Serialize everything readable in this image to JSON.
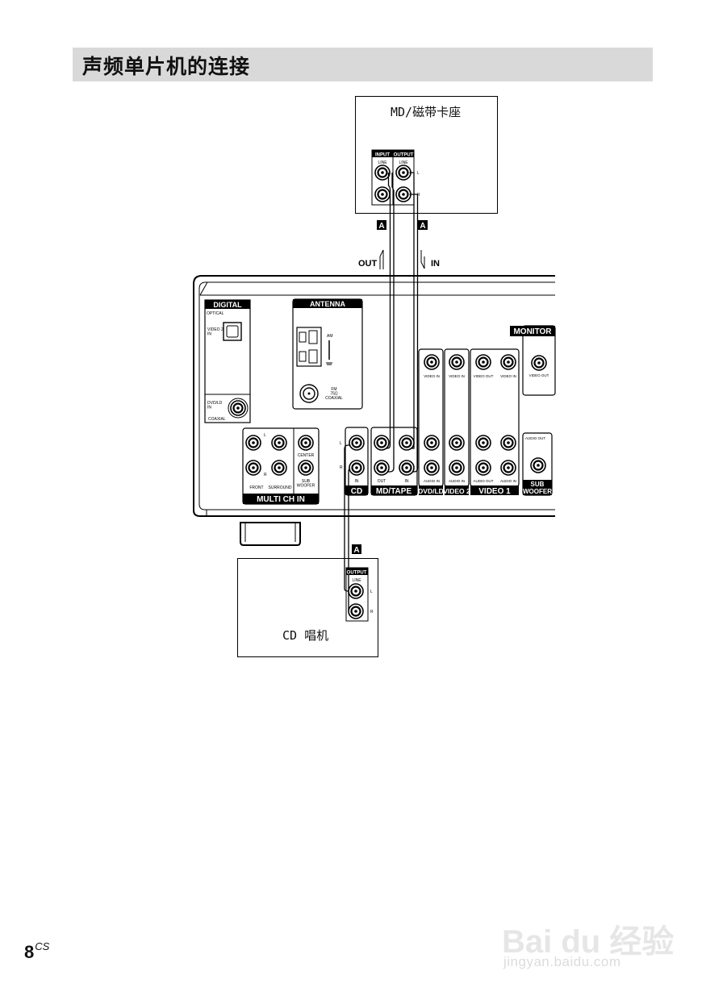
{
  "title": "声频单片机的连接",
  "md_box": {
    "label": "MD/磁带卡座",
    "input": "INPUT",
    "output": "OUTPUT",
    "line": "LINE",
    "l": "L",
    "r": "R"
  },
  "cd_box": {
    "label": "CD 唱机",
    "output": "OUTPUT",
    "line": "LINE",
    "l": "L",
    "r": "R"
  },
  "cable_tag": "A",
  "signal": {
    "out": "OUT",
    "in": "IN"
  },
  "receiver": {
    "digital": "DIGITAL",
    "optical": "OPTICAL",
    "video2_in": "VIDEO 2\nIN",
    "dvd_ld_in": "DVD/LD\nIN",
    "coaxial": "COAXIAL",
    "antenna": "ANTENNA",
    "am": "AM",
    "fm": "FM\n75Ω\nCOAXIAL",
    "monitor": "MONITOR",
    "video_in": "VIDEO IN",
    "video_out": "VIDEO OUT",
    "audio_in": "AUDIO IN",
    "audio_out": "AUDIO OUT",
    "center": "CENTER",
    "sub_woofer_small": "SUB\nWOOFER",
    "front": "FRONT",
    "surround": "SURROUND",
    "multi_ch_in": "MULTI CH IN",
    "cd": "CD",
    "md_tape": "MD/TAPE",
    "dvd_ld": "DVD/LD",
    "video2": "VIDEO 2",
    "video1": "VIDEO 1",
    "sub_woofer": "SUB\nWOOFER",
    "in": "IN",
    "out": "OUT",
    "l": "L",
    "r": "R"
  },
  "page": {
    "number": "8",
    "suffix": "CS"
  },
  "watermark": {
    "main": "Bai du 经验",
    "sub": "jingyan.baidu.com"
  }
}
